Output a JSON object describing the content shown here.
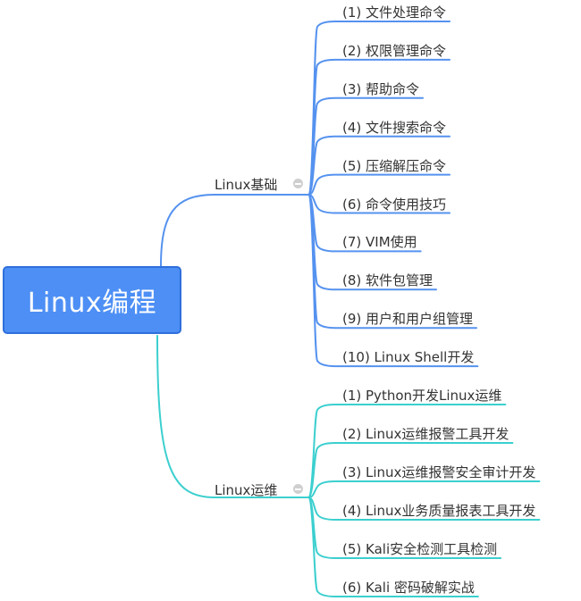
{
  "root": {
    "label": "Linux编程",
    "color": "#4d8ff5",
    "border_color": "#2f6fdc"
  },
  "branches": [
    {
      "label": "Linux基础",
      "color": "#5592ef",
      "collapse_icon": "minus-circle-icon",
      "children": [
        "(1) 文件处理命令",
        "(2) 权限管理命令",
        "(3) 帮助命令",
        "(4) 文件搜索命令",
        "(5) 压缩解压命令",
        "(6) 命令使用技巧",
        "(7) VIM使用",
        "(8) 软件包管理",
        "(9) 用户和用户组管理",
        "(10) Linux Shell开发"
      ]
    },
    {
      "label": "Linux运维",
      "color": "#3ccfcf",
      "collapse_icon": "minus-circle-icon",
      "children": [
        "(1) Python开发Linux运维",
        "(2) Linux运维报警工具开发",
        "(3) Linux运维报警安全审计开发",
        "(4) Linux业务质量报表工具开发",
        "(5) Kali安全检测工具检测",
        "(6) Kali 密码破解实战"
      ]
    }
  ]
}
